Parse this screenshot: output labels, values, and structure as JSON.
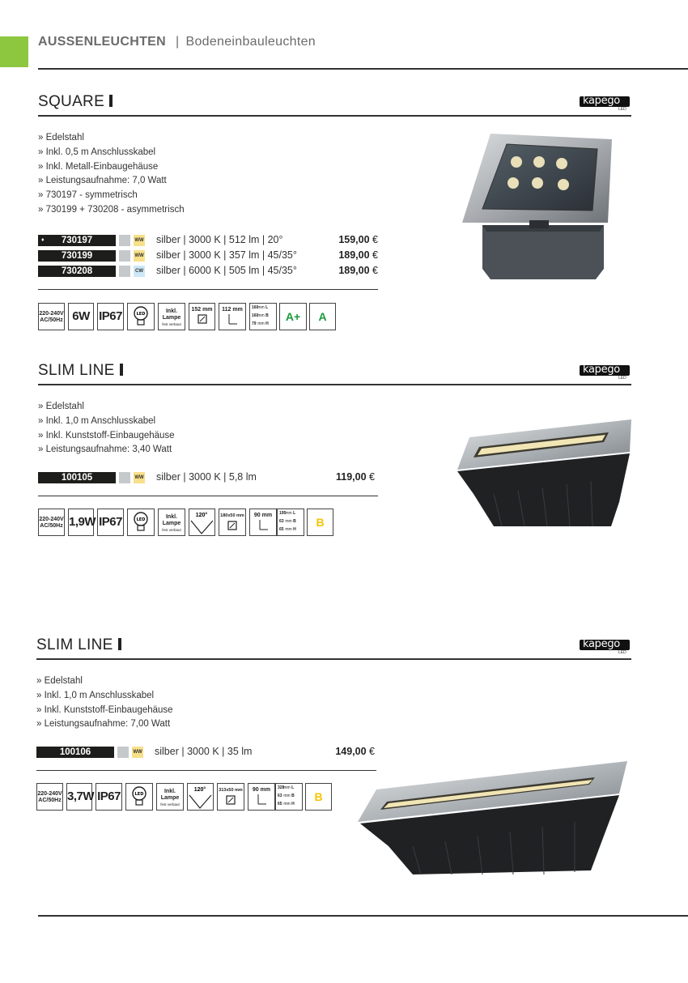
{
  "header": {
    "category": "AUSSENLEUCHTEN",
    "separator": "|",
    "subcategory": "Bodeneinbauleuchten",
    "accent_color": "#8dc63f"
  },
  "brand": {
    "name": "kapego",
    "suffix": "LED"
  },
  "sections": [
    {
      "title": "SQUARE",
      "features": [
        "» Edelstahl",
        "» Inkl. 0,5 m Anschlusskabel",
        "» Inkl. Metall-Einbaugehäuse",
        "» Leistungsaufnahme: 7,0 Watt",
        "» 730197 - symmetrisch",
        "» 730199 + 730208 - asymmetrisch"
      ],
      "products": [
        {
          "marker": "♦",
          "article": "730197",
          "cct": "WW",
          "cct_color": "#f7e08a",
          "desc": "silber | 3000 K | 512 lm | 20°",
          "price": "159,00",
          "currency": "€"
        },
        {
          "marker": "",
          "article": "730199",
          "cct": "WW",
          "cct_color": "#f7e08a",
          "desc": "silber | 3000 K | 357 lm | 45/35°",
          "price": "189,00",
          "currency": "€"
        },
        {
          "marker": "",
          "article": "730208",
          "cct": "CW",
          "cct_color": "#cde8f6",
          "desc": "silber | 6000 K | 505 lm | 45/35°",
          "price": "189,00",
          "currency": "€"
        }
      ],
      "specs": {
        "voltage": [
          "220-240V",
          "AC/50Hz"
        ],
        "power": "6W",
        "ip": "IP67",
        "led": "LED",
        "lamp": [
          "Inkl.",
          "Lampe",
          "fest verbaut"
        ],
        "cutout": "152 mm",
        "depth": "112 mm",
        "lbh": [
          [
            "160",
            "mm",
            "L"
          ],
          [
            "160",
            "mm",
            "B"
          ],
          [
            "79",
            "mm",
            "H"
          ]
        ],
        "energy": [
          "A+",
          "A"
        ]
      }
    },
    {
      "title": "SLIM LINE",
      "features": [
        "» Edelstahl",
        "» Inkl. 1,0 m Anschlusskabel",
        "» Inkl. Kunststoff-Einbaugehäuse",
        "» Leistungsaufnahme: 3,40 Watt"
      ],
      "products": [
        {
          "marker": "",
          "article": "100105",
          "cct": "WW",
          "cct_color": "#f7e08a",
          "desc": "silber | 3000 K | 5,8 lm",
          "price": "119,00",
          "currency": "€"
        }
      ],
      "specs": {
        "voltage": [
          "220-240V",
          "AC/50Hz"
        ],
        "power": "1,9W",
        "ip": "IP67",
        "led": "LED",
        "lamp": [
          "Inkl.",
          "Lampe",
          "fest verbaut"
        ],
        "angle": "120°",
        "cutout": "180x50 mm",
        "depth": "90 mm",
        "lbh": [
          [
            "195",
            "mm",
            "L"
          ],
          [
            "63",
            "mm",
            "B"
          ],
          [
            "65",
            "mm",
            "H"
          ]
        ],
        "energy": [
          "B"
        ]
      }
    },
    {
      "title": "SLIM LINE",
      "features": [
        "» Edelstahl",
        "» Inkl. 1,0 m Anschlusskabel",
        "» Inkl. Kunststoff-Einbaugehäuse",
        "» Leistungsaufnahme: 7,00 Watt"
      ],
      "products": [
        {
          "marker": "",
          "article": "100106",
          "cct": "WW",
          "cct_color": "#f7e08a",
          "desc": "silber | 3000 K | 35 lm",
          "price": "149,00",
          "currency": "€"
        }
      ],
      "specs": {
        "voltage": [
          "220-240V",
          "AC/50Hz"
        ],
        "power": "3,7W",
        "ip": "IP67",
        "led": "LED",
        "lamp": [
          "Inkl.",
          "Lampe",
          "fest verbaut"
        ],
        "angle": "120°",
        "cutout": "313x50 mm",
        "depth": "90 mm",
        "lbh": [
          [
            "328",
            "mm",
            "L"
          ],
          [
            "63",
            "mm",
            "B"
          ],
          [
            "65",
            "mm",
            "H"
          ]
        ],
        "energy": [
          "B"
        ]
      }
    }
  ],
  "colors": {
    "energy_green": "#1a9a3a",
    "energy_yellow": "#f5c400",
    "silver_swatch": "#c6c9cb"
  }
}
